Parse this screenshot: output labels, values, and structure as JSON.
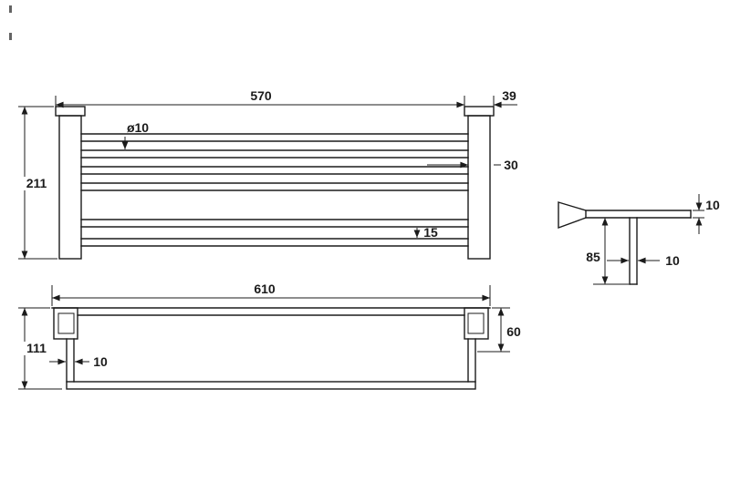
{
  "front_view": {
    "overall_width": "570",
    "end_post_width": "39",
    "overall_height": "211",
    "rail_diameter": "ø10",
    "post_depth": "30",
    "rail_gap": "15"
  },
  "bottom_view": {
    "overall_width": "610",
    "overall_height": "111",
    "bar_diameter": "10",
    "drop_height": "60"
  },
  "side_view": {
    "arm_thickness": "10",
    "drop_length": "85",
    "bar_thickness": "10"
  }
}
